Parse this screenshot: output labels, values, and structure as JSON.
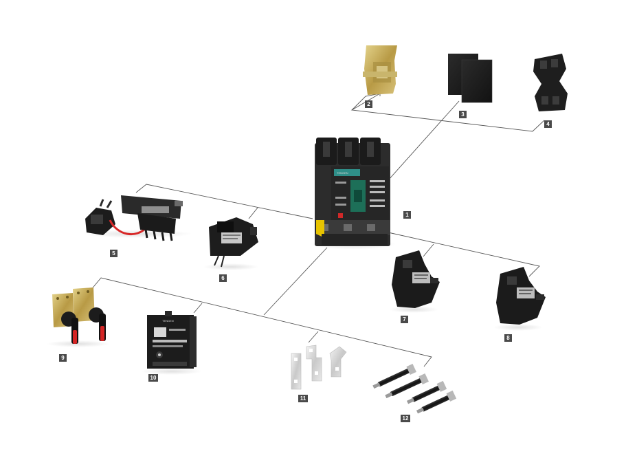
{
  "components": [
    {
      "id": "breaker",
      "number": "1",
      "brand_text": "TENGEN"
    },
    {
      "id": "din-rail-clip",
      "number": "2"
    },
    {
      "id": "phase-barrier",
      "number": "3"
    },
    {
      "id": "terminal-cover",
      "number": "4"
    },
    {
      "id": "shunt-release",
      "number": "5"
    },
    {
      "id": "undervoltage-release",
      "number": "6"
    },
    {
      "id": "auxiliary-contact",
      "number": "7"
    },
    {
      "id": "alarm-contact",
      "number": "8"
    },
    {
      "id": "rotary-handle",
      "number": "9"
    },
    {
      "id": "motor-operator",
      "number": "10",
      "brand_text": "TENGEN"
    },
    {
      "id": "connection-plates",
      "number": "11"
    },
    {
      "id": "terminal-studs",
      "number": "12"
    }
  ]
}
